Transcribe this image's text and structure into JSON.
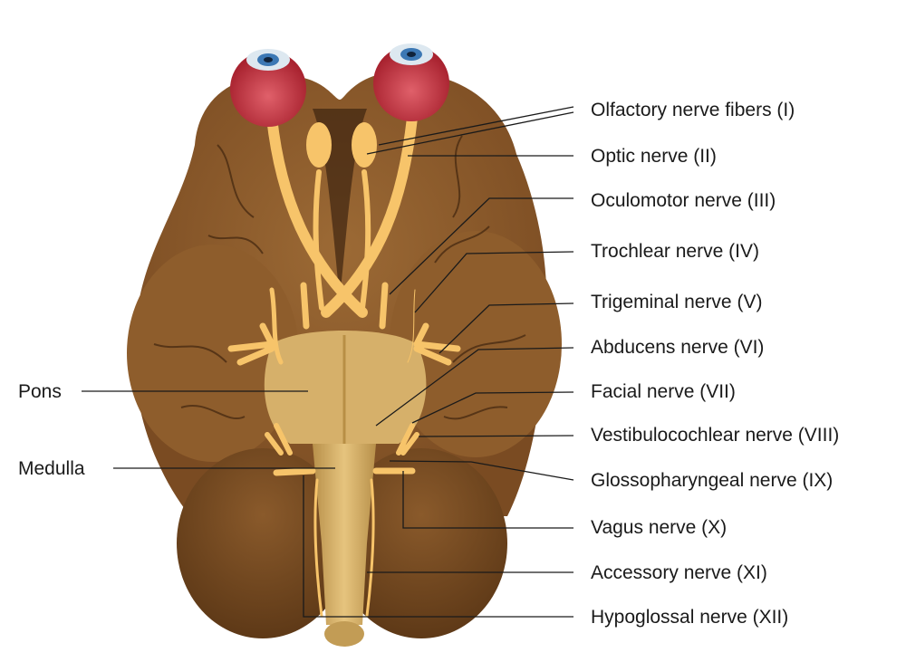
{
  "left_labels": {
    "pons": "Pons",
    "medulla": "Medulla"
  },
  "right_labels": [
    "Olfactory nerve fibers (I)",
    "Optic nerve (II)",
    "Oculomotor nerve (III)",
    "Trochlear nerve (IV)",
    "Trigeminal nerve (V)",
    "Abducens nerve (VI)",
    "Facial nerve (VII)",
    "Vestibulocochlear nerve (VIII)",
    "Glossopharyngeal nerve (IX)",
    "Vagus nerve (X)",
    "Accessory nerve (XI)",
    "Hypoglossal nerve (XII)"
  ],
  "colors": {
    "brain": "#8b5a2b",
    "brain_dark": "#6b4220",
    "nerve": "#f7c46a",
    "brainstem": "#d9b46a",
    "eye": "#c8323f",
    "iris": "#3c78b4"
  }
}
